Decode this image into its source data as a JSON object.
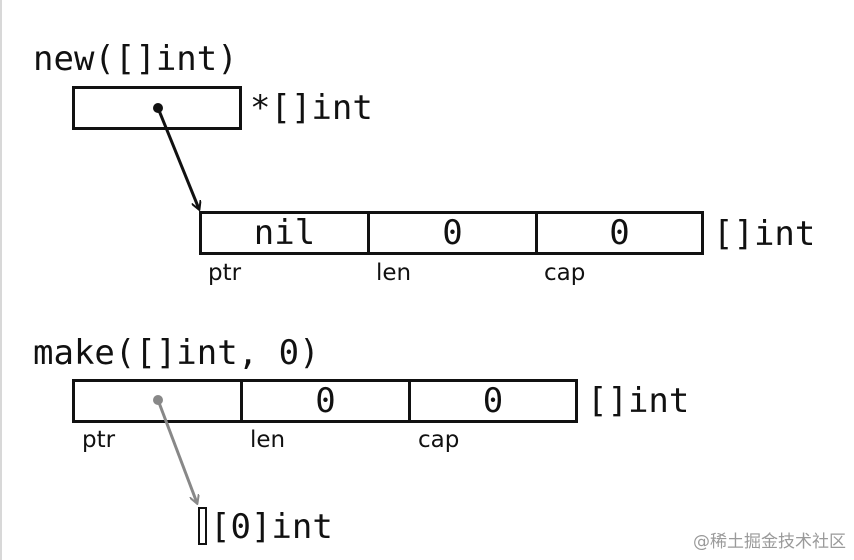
{
  "new_section": {
    "title": "new([]int)",
    "pointer_type": "*[]int",
    "header": {
      "cells": [
        "nil",
        "0",
        "0"
      ],
      "field_labels": [
        "ptr",
        "len",
        "cap"
      ],
      "type": "[]int"
    }
  },
  "make_section": {
    "title": "make([]int, 0)",
    "header": {
      "cells": [
        "",
        "0",
        "0"
      ],
      "field_labels": [
        "ptr",
        "len",
        "cap"
      ],
      "type": "[]int"
    },
    "array_type": "[0]int"
  },
  "watermark": "@稀土掘金技术社区",
  "colors": {
    "stroke": "#111111",
    "gray_arrow": "#888888",
    "watermark": "#9a9a9a"
  }
}
